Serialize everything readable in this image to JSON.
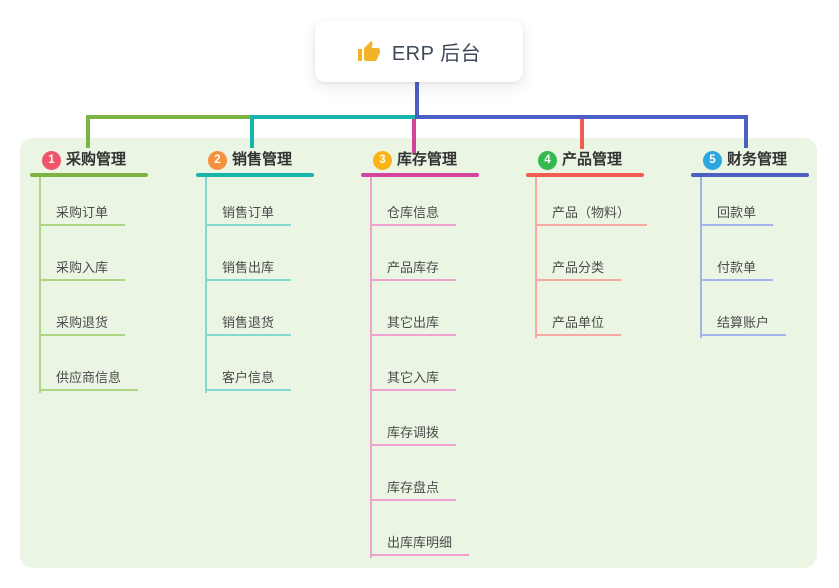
{
  "root": {
    "label": "ERP 后台",
    "icon": "thumbs-up"
  },
  "branches": [
    {
      "badge": "1",
      "label": "采购管理",
      "badge_color": "#f0566b",
      "line_color": "#7cb342",
      "sub_line_color": "#aed581",
      "children": [
        "采购订单",
        "采购入库",
        "采购退货",
        "供应商信息"
      ]
    },
    {
      "badge": "2",
      "label": "销售管理",
      "badge_color": "#f8913d",
      "line_color": "#17b4aa",
      "sub_line_color": "#82d9cf",
      "children": [
        "销售订单",
        "销售出库",
        "销售退货",
        "客户信息"
      ]
    },
    {
      "badge": "3",
      "label": "库存管理",
      "badge_color": "#fcb315",
      "line_color": "#d2449c",
      "sub_line_color": "#f0a2cf",
      "children": [
        "仓库信息",
        "产品库存",
        "其它出库",
        "其它入库",
        "库存调拨",
        "库存盘点",
        "出库库明细"
      ]
    },
    {
      "badge": "4",
      "label": "产品管理",
      "badge_color": "#35b950",
      "line_color": "#f25c50",
      "sub_line_color": "#f8a8a0",
      "children": [
        "产品（物料）",
        "产品分类",
        "产品单位"
      ]
    },
    {
      "badge": "5",
      "label": "财务管理",
      "badge_color": "#2ba7e0",
      "line_color": "#4c5fc5",
      "sub_line_color": "#a5b4e6",
      "children": [
        "回款单",
        "付款单",
        "结算账户"
      ]
    }
  ],
  "colors": {
    "trunk": "#4c5fc5",
    "panel_bg": "#eaf6e3",
    "canvas_bg": "#ffffff",
    "root_text": "#3e4a5b",
    "thumb_icon": "#f0b429"
  }
}
